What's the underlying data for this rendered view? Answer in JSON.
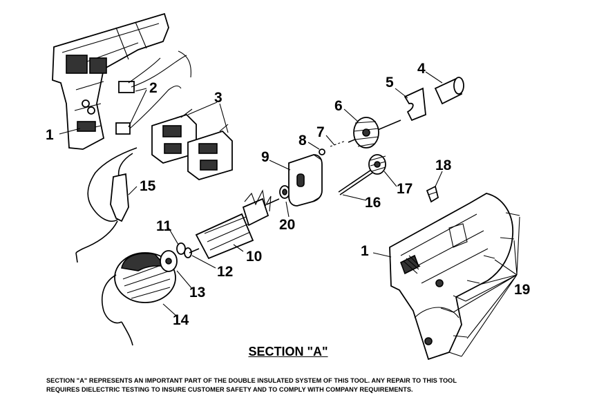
{
  "diagram": {
    "section_title": "SECTION \"A\"",
    "footnote_line1": "SECTION \"A\" REPRESENTS AN IMPORTANT PART OF THE DOUBLE INSULATED SYSTEM OF THIS TOOL.  ANY REPAIR TO THIS TOOL",
    "footnote_line2": "REQUIRES DIELECTRIC TESTING TO INSURE CUSTOMER SAFETY AND TO COMPLY WITH COMPANY REQUIREMENTS.",
    "callouts": {
      "housing_left": "1",
      "brush_holder": "2",
      "switch": "3",
      "bearing": "4",
      "retainer": "5",
      "gear": "6",
      "pin": "7",
      "ball": "8",
      "plate": "9",
      "armature": "10",
      "washer_11": "11",
      "washer_12": "12",
      "bearing_13": "13",
      "field": "14",
      "cord": "15",
      "shaft": "16",
      "pinion": "17",
      "clip": "18",
      "screws": "19",
      "spacer": "20",
      "housing_right": "1"
    }
  }
}
